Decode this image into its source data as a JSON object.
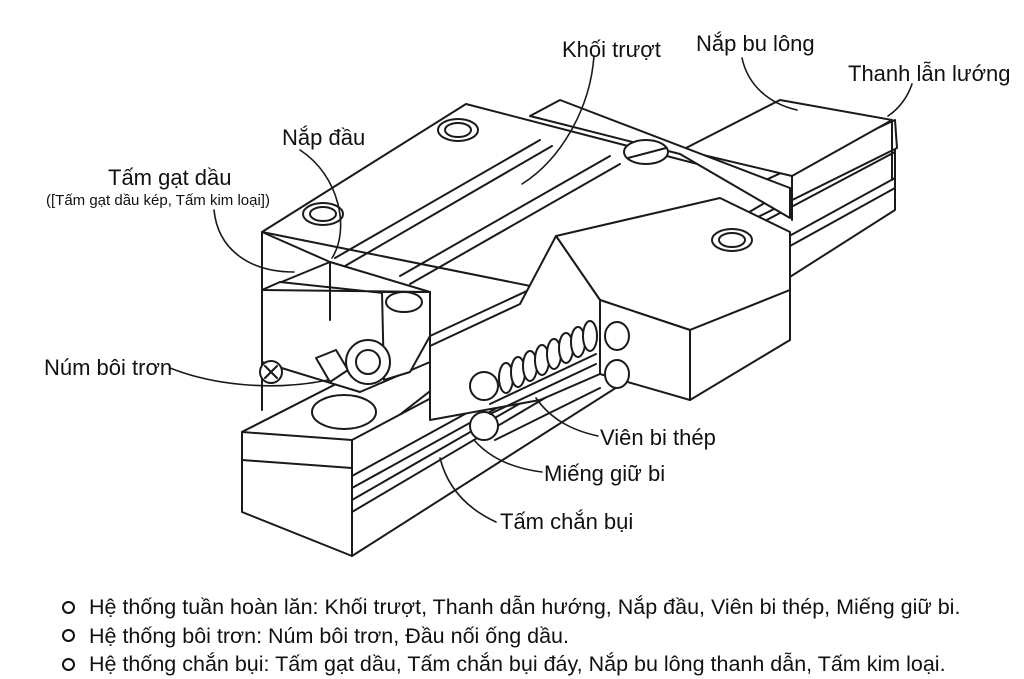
{
  "labels": {
    "khoi_truot": "Khối trượt",
    "nap_bu_long": "Nắp bu lông",
    "thanh_lan_luong": "Thanh lẫn lướng",
    "nap_dau": "Nắp đầu",
    "tam_gat_dau": "Tấm gạt dầu",
    "tam_gat_dau_sub": "([Tấm gạt dầu kép, Tấm kim loại])",
    "num_boi_tron": "Núm bôi trơn",
    "vien_bi_thep": "Viên bi thép",
    "mieng_giu_bi": "Miếng giữ bi",
    "tam_chan_bui": "Tấm chắn bụi"
  },
  "legend": [
    "Hệ thống tuần hoàn lăn: Khối trượt, Thanh dẫn hướng, Nắp đầu, Viên bi thép, Miếng giữ bi.",
    "Hệ thống bôi trơn: Núm bôi trơn, Đầu nối ống dầu.",
    "Hệ thống chắn bụi: Tấm gạt dầu, Tấm chắn bụi đáy, Nắp bu lông thanh dẫn, Tấm kim loại."
  ]
}
